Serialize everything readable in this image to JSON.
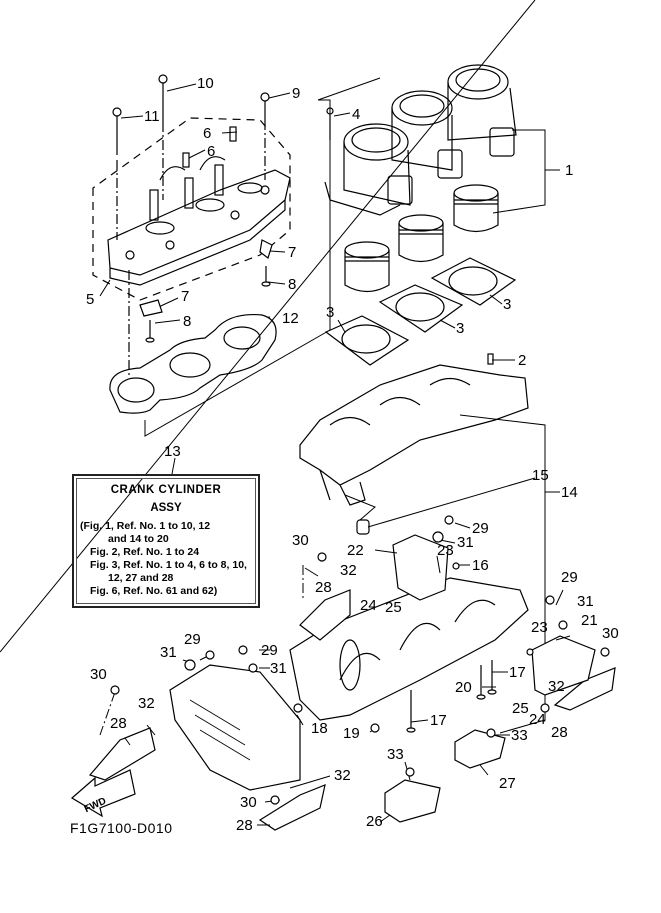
{
  "diagram": {
    "title": "CRANK CYLINDER",
    "code": "F1G7100-D010",
    "fwd_label": "FWD",
    "note_box": {
      "ref_number": "13",
      "title": "CRANK CYLINDER",
      "subtitle": "ASSY",
      "lines": [
        "(Fig. 1, Ref. No. 1 to 10, 12",
        "and 14 to 20",
        "Fig. 2, Ref. No. 1 to 24",
        "Fig. 3, Ref. No. 1 to 4, 6 to 8, 10,",
        "12, 27 and 28",
        "Fig. 6, Ref. No. 61 and 62)"
      ]
    },
    "callouts": [
      {
        "id": "c10",
        "label": "10"
      },
      {
        "id": "c9",
        "label": "9"
      },
      {
        "id": "c11",
        "label": "11"
      },
      {
        "id": "c6a",
        "label": "6"
      },
      {
        "id": "c6b",
        "label": "6"
      },
      {
        "id": "c7a",
        "label": "7"
      },
      {
        "id": "c8a",
        "label": "8"
      },
      {
        "id": "c5",
        "label": "5"
      },
      {
        "id": "c7b",
        "label": "7"
      },
      {
        "id": "c8b",
        "label": "8"
      },
      {
        "id": "c12",
        "label": "12"
      },
      {
        "id": "c4",
        "label": "4"
      },
      {
        "id": "c1",
        "label": "1"
      },
      {
        "id": "c3a",
        "label": "3"
      },
      {
        "id": "c3b",
        "label": "3"
      },
      {
        "id": "c3c",
        "label": "3"
      },
      {
        "id": "c2",
        "label": "2"
      },
      {
        "id": "c15",
        "label": "15"
      },
      {
        "id": "c14",
        "label": "14"
      },
      {
        "id": "c29a",
        "label": "29"
      },
      {
        "id": "c31a",
        "label": "31"
      },
      {
        "id": "c30a",
        "label": "30"
      },
      {
        "id": "c22",
        "label": "22"
      },
      {
        "id": "c23a",
        "label": "23"
      },
      {
        "id": "c16",
        "label": "16"
      },
      {
        "id": "c32a",
        "label": "32"
      },
      {
        "id": "c28a",
        "label": "28"
      },
      {
        "id": "c24a",
        "label": "24"
      },
      {
        "id": "c25a",
        "label": "25"
      },
      {
        "id": "c29b",
        "label": "29"
      },
      {
        "id": "c31b",
        "label": "31"
      },
      {
        "id": "c21",
        "label": "21"
      },
      {
        "id": "c23b",
        "label": "23"
      },
      {
        "id": "c30b",
        "label": "30"
      },
      {
        "id": "c17a",
        "label": "17"
      },
      {
        "id": "c20",
        "label": "20"
      },
      {
        "id": "c32b",
        "label": "32"
      },
      {
        "id": "c25b",
        "label": "25"
      },
      {
        "id": "c24b",
        "label": "24"
      },
      {
        "id": "c28b",
        "label": "28"
      },
      {
        "id": "c29c",
        "label": "29"
      },
      {
        "id": "c29d",
        "label": "29"
      },
      {
        "id": "c31c",
        "label": "31"
      },
      {
        "id": "c31d",
        "label": "31"
      },
      {
        "id": "c30c",
        "label": "30"
      },
      {
        "id": "c32c",
        "label": "32"
      },
      {
        "id": "c28c",
        "label": "28"
      },
      {
        "id": "c18",
        "label": "18"
      },
      {
        "id": "c19",
        "label": "19"
      },
      {
        "id": "c17b",
        "label": "17"
      },
      {
        "id": "c33a",
        "label": "33"
      },
      {
        "id": "c33b",
        "label": "33"
      },
      {
        "id": "c27",
        "label": "27"
      },
      {
        "id": "c26",
        "label": "26"
      },
      {
        "id": "c32d",
        "label": "32"
      },
      {
        "id": "c30d",
        "label": "30"
      },
      {
        "id": "c28d",
        "label": "28"
      }
    ]
  }
}
